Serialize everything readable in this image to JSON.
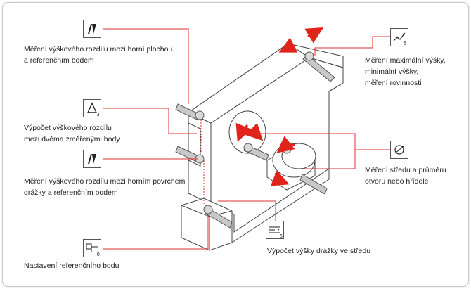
{
  "labels": {
    "height_top_ref": "Měření výškového rozdílu mezi horní plochou\na referenčním bodem",
    "height_two_points": "Výpočet výškového rozdílu\nmezi dvěma změřenými body",
    "height_groove_ref": "Měření výškového rozdílu mezi horním povrchem\ndrážky a referenčním bodem",
    "set_ref": "Nastavení referenčního bodu",
    "max_min_flat": "Měření maximální výšky,\nminimální výšky,\nměření rovinnosti",
    "center_diameter": "Měření středu a průměru\notvoru nebo hřídele",
    "groove_center": "Výpočet výšky drážky ve středu"
  },
  "icons": {
    "delta_index": "3",
    "minmax_index": "5",
    "groove_index": "6",
    "ref_index": "0"
  },
  "colors": {
    "leader": "#e03030",
    "accent": "#e0231b",
    "stroke": "#444444"
  }
}
